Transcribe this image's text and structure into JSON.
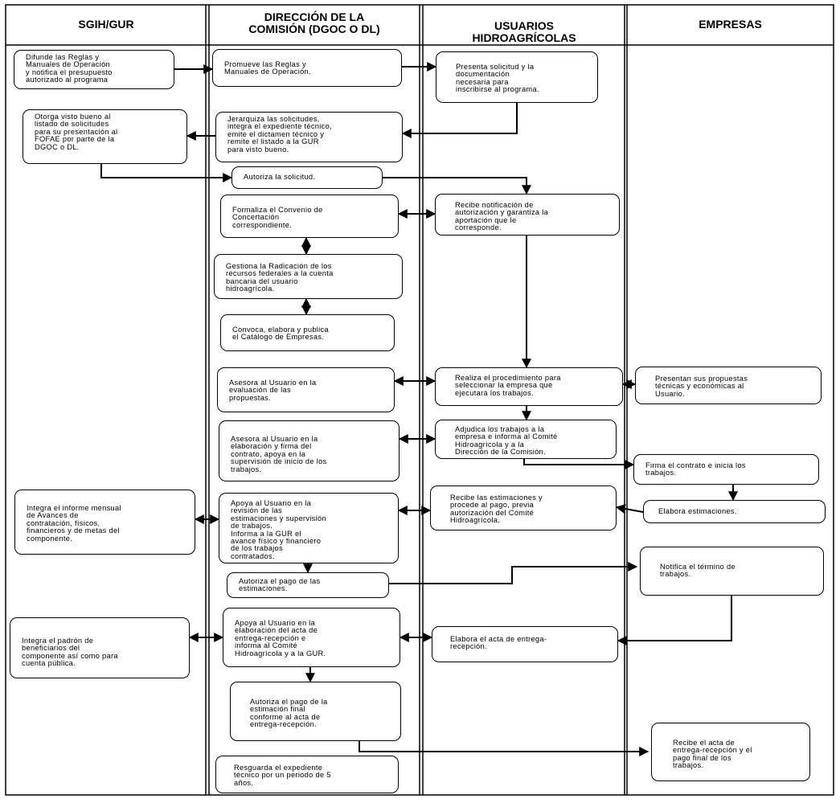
{
  "lanes": {
    "sgih": "SGIH/GUR",
    "dgoc": "DIRECCIÓN DE LA\nCOMISIÓN (DGOC O DL)",
    "usuarios": "USUARIOS\nHIDROAGRÍCOLAS",
    "empresas": "EMPRESAS"
  },
  "steps": {
    "difunde": "Difunde las Reglas y\nManuales de Operación\ny notifica el presupuesto\nautorizado al programa",
    "promueve": "Promueve las Reglas y\nManuales de Operación.",
    "presenta": "Presenta solicitud y la\ndocumentación\nnecesaria para\ninscribirse al programa.",
    "otorga": "Otorga visto bueno al\nlistado de solicitudes\npara su presentación al\nFOFAE por parte de la\nDGOC o DL.",
    "jerarquiza": "Jerarquiza las solicitudes,\nintegra el expediente técnico,\nemite el dictamen técnico y\nremite el listado a la GUR\npara visto bueno.",
    "autoriza_solicitud": "Autoriza la solicitud.",
    "formaliza": "Formaliza el Convenio de\nConcertación\ncorrespondiente.",
    "recibe_notificacion": "Recibe notificación de\nautorización y garantiza la\naportación que le\ncorresponde.",
    "gestiona": "Gestiona la Radicación de los\nrecursos federales a la cuenta\nbancaria del usuario\nhidroagrícola.",
    "convoca": "Convoca, elabora y publica\nel Catálogo de Empresas.",
    "asesora_evaluacion": "Asesora al Usuario en la\nevaluación de las\npropuestas.",
    "realiza": "Realiza el procedimiento para\nseleccionar la empresa que\nejecutará los trabajos.",
    "presentan": "Presentan sus propuestas\ntécnicas y económicas al\nUsuario.",
    "asesora_contrato": "Asesora al Usuario en la\nelaboración y firma del\ncontrato, apoya en la\nsupervisión de inicio de los\ntrabajos.",
    "adjudica": "Adjudica los trabajos a la\nempresa e informa al Comité\nHidroagrícola y a la\nDirección de la Comisión.",
    "firma": "Firma el contrato e inicia los\ntrabajos.",
    "integra_informe": "Integra el informe mensual\nde Avances de\ncontratación, físicos,\nfinancieros y de metas del\ncomponente.",
    "apoya_revision": "Apoya al Usuario en la\nrevisión de las\nestimaciones y supervisión\nde trabajos.\nInforma a la GUR el\navance físico y financiero\nde los trabajos\ncontratados.",
    "recibe_estimaciones": "Recibe las estimaciones y\nprocede al pago, previa\nautorización del Comité\nHidroagrícola.",
    "elabora_estimaciones": "Elabora estimaciones.",
    "autoriza_pago": "Autoriza el pago de las\nestimaciones.",
    "notifica": "Notifica el término de\ntrabajos.",
    "integra_padron": "Integra el padrón de\nbeneficiarios del\ncomponente así como para\ncuenta pública.",
    "apoya_acta": "Apoya al Usuario en la\nelaboración del acta de\nentrega-recepción e\ninforma al Comité\nHidroagrícola y a la GUR.",
    "elabora_acta": "Elabora el acta de entrega-\nrecepción.",
    "autoriza_final": "Autoriza el pago de la\nestimación final\nconforme al acta de\nentrega-recepción.",
    "recibe_acta": "Recibe el acta de\nentrega-recepción y el\npago final de los\ntrabajos.",
    "resguarda": "Resguarda el expediente\ntécnico por un periodo de 5\naños."
  }
}
